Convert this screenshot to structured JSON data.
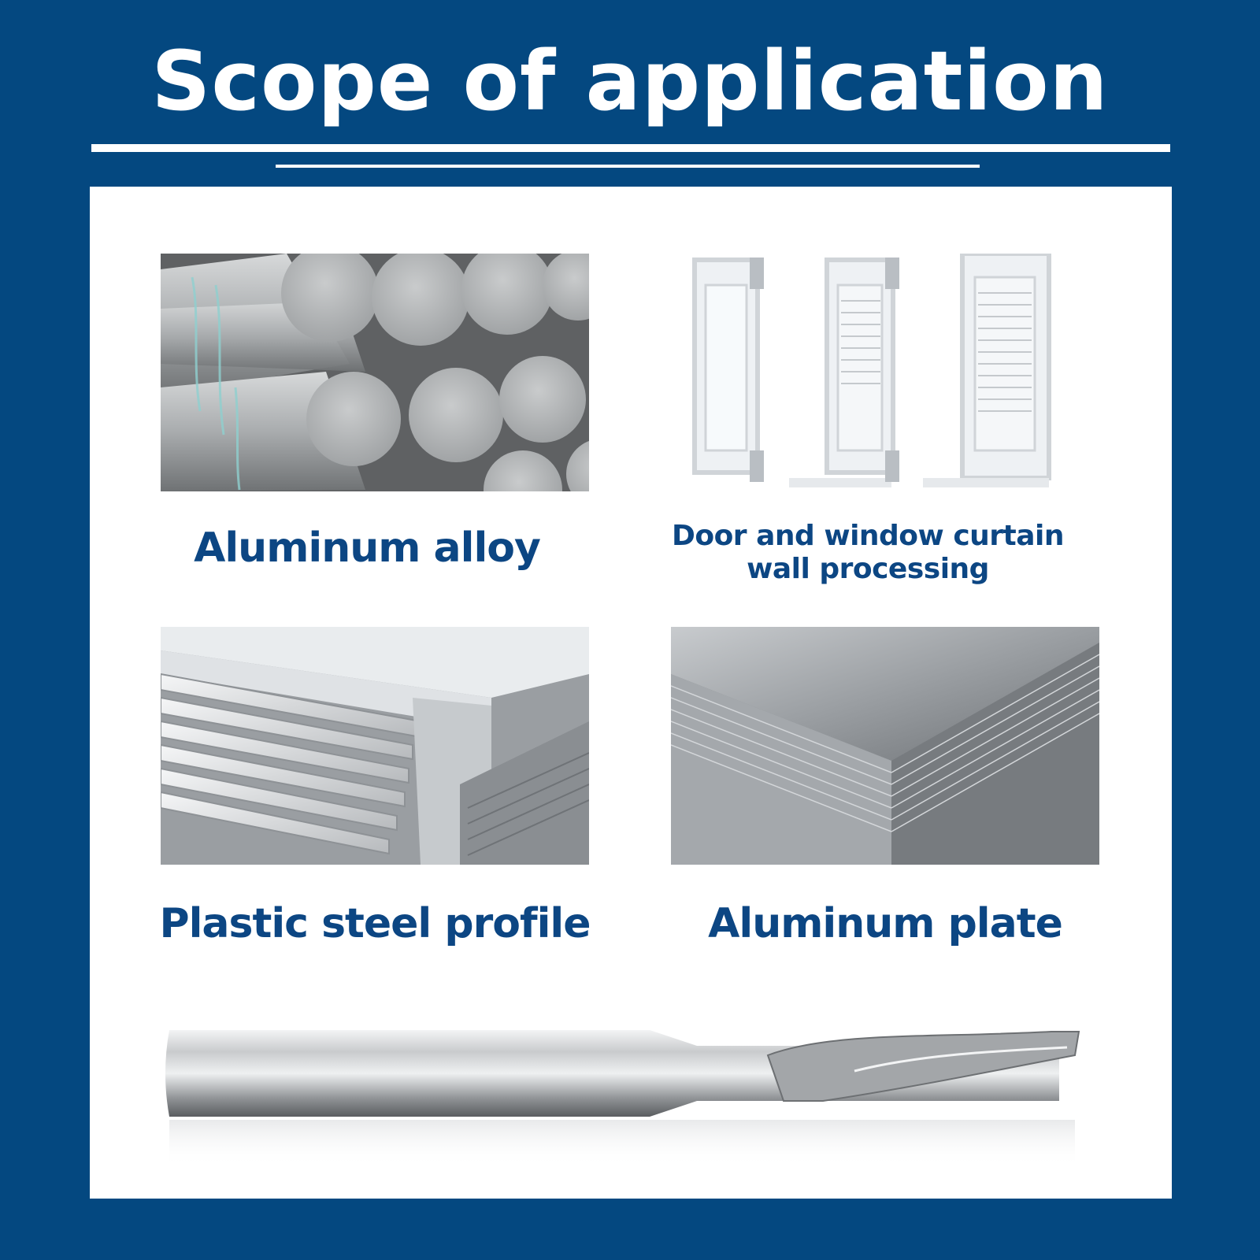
{
  "header": {
    "title": "Scope of application"
  },
  "applications": [
    {
      "label": "Aluminum alloy",
      "picture": "aluminum-round-bars-photo"
    },
    {
      "label_line1": "Door and window curtain",
      "label_line2": "wall processing",
      "picture": "pvc-window-frames-photo"
    },
    {
      "label": "Plastic steel profile",
      "picture": "extruded-profile-photo"
    },
    {
      "label": "Aluminum plate",
      "picture": "stacked-aluminum-sheets-photo"
    }
  ],
  "product": {
    "picture": "end-mill-cutter-photo"
  },
  "colors": {
    "brand_blue": "#044880",
    "label_blue": "#0c4683",
    "panel": "#ffffff"
  }
}
